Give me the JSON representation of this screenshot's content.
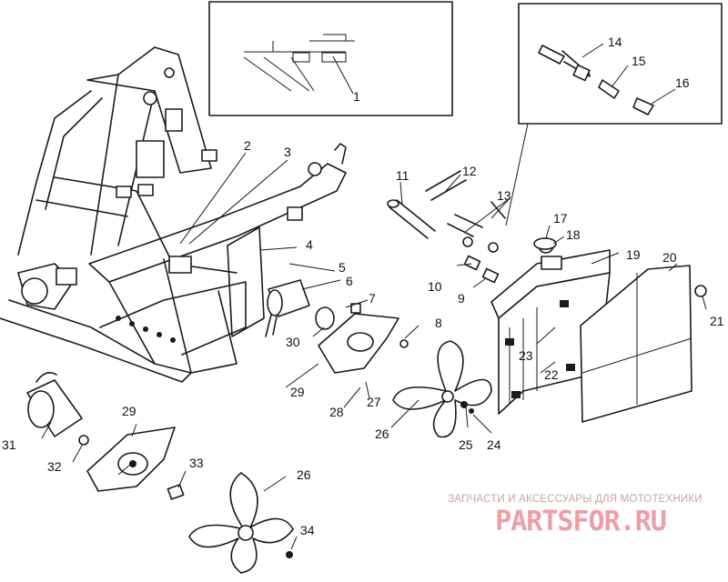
{
  "part_labels": [
    "1",
    "2",
    "3",
    "4",
    "5",
    "6",
    "7",
    "8",
    "9",
    "10",
    "11",
    "12",
    "13",
    "14",
    "15",
    "16",
    "17",
    "18",
    "19",
    "20",
    "21",
    "22",
    "23",
    "24",
    "25",
    "26",
    "26",
    "27",
    "28",
    "29",
    "29",
    "30",
    "31",
    "32",
    "33",
    "34"
  ],
  "watermark": {
    "tagline": "ЗАПЧАСТИ И АКСЕССУАРЫ ДЛЯ МОТОТЕХНИКИ",
    "logo": "PARTSFOR.RU"
  },
  "colors": {
    "line": "#1a1a1a",
    "watermark_text": "#c9a2a5",
    "watermark_logo": "#ef9ea4"
  }
}
